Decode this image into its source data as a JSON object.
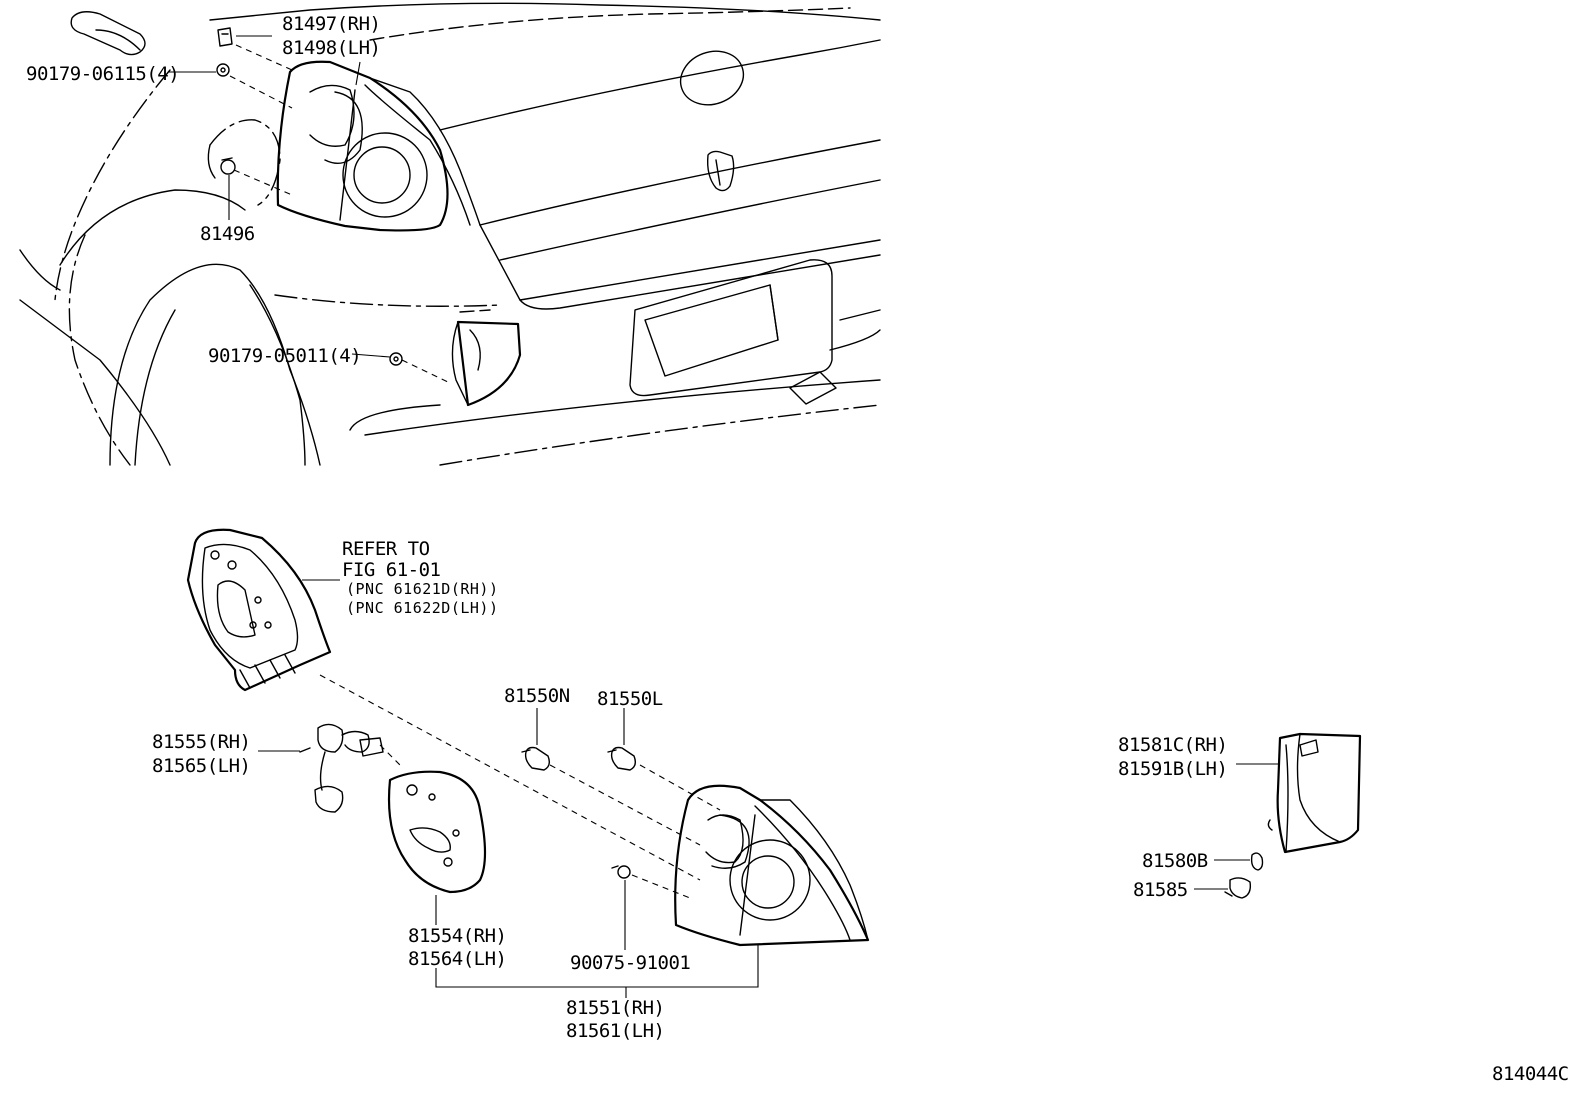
{
  "top": {
    "p81497": "81497(RH)",
    "p81498": "81498(LH)",
    "p90179_06115": "90179-06115(4)",
    "p81496": "81496",
    "p90179_05011": "90179-05011(4)"
  },
  "bottom": {
    "refer1": "REFER TO",
    "refer2": "FIG 61-01",
    "pnc_rh": "(PNC 61621D(RH))",
    "pnc_lh": "(PNC 61622D(LH))",
    "p81555": "81555(RH)",
    "p81565": "81565(LH)",
    "p81550N": "81550N",
    "p81550L": "81550L",
    "p81554": "81554(RH)",
    "p81564": "81564(LH)",
    "p90075": "90075-91001",
    "p81551": "81551(RH)",
    "p81561": "81561(LH)"
  },
  "right": {
    "p81581C": "81581C(RH)",
    "p81591B": "81591B(LH)",
    "p81580B": "81580B",
    "p81585": "81585"
  },
  "figure_id": "814044C"
}
